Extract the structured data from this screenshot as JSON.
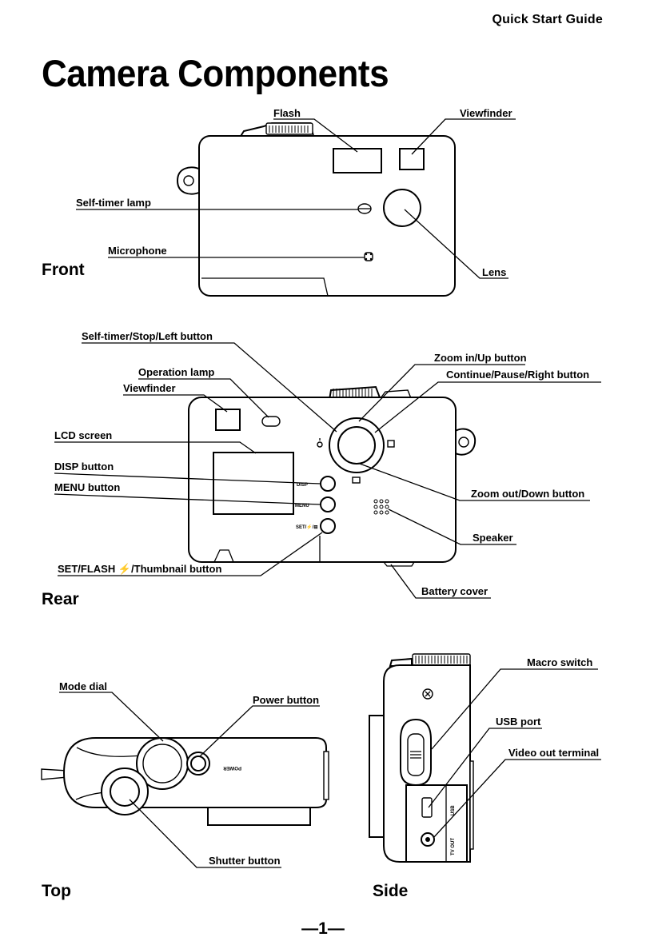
{
  "header": {
    "guide_title": "Quick Start Guide",
    "page_title": "Camera Components"
  },
  "front": {
    "section_label": "Front",
    "labels": {
      "flash": "Flash",
      "viewfinder": "Viewfinder",
      "self_timer_lamp": "Self-timer lamp",
      "microphone": "Microphone",
      "lens": "Lens"
    }
  },
  "rear": {
    "section_label": "Rear",
    "labels": {
      "self_timer_stop_left": "Self-timer/Stop/Left button",
      "zoom_in_up": "Zoom in/Up button",
      "operation_lamp": "Operation lamp",
      "continue_pause_right": "Continue/Pause/Right button",
      "viewfinder": "Viewfinder",
      "lcd_screen": "LCD screen",
      "disp_button": "DISP button",
      "menu_button": "MENU button",
      "zoom_out_down": "Zoom out/Down  button",
      "speaker": "Speaker",
      "set_flash_prefix": "SET/FLASH ",
      "set_flash_suffix": "/Thumbnail button",
      "battery_cover": "Battery cover"
    },
    "button_texts": {
      "disp": "DISP",
      "menu": "MENU",
      "set": "SET/⚡/⊞"
    }
  },
  "top": {
    "section_label": "Top",
    "labels": {
      "mode_dial": "Mode dial",
      "power_button": "Power button",
      "shutter_button": "Shutter button"
    },
    "power_text": "POWER"
  },
  "side": {
    "section_label": "Side",
    "labels": {
      "macro_switch": "Macro  switch",
      "usb_port": "USB port",
      "video_out_terminal": "Video out terminal"
    },
    "port_texts": {
      "usb": "USB",
      "tv_out": "TV OUT"
    }
  },
  "footer": {
    "page_number": "—1—"
  }
}
